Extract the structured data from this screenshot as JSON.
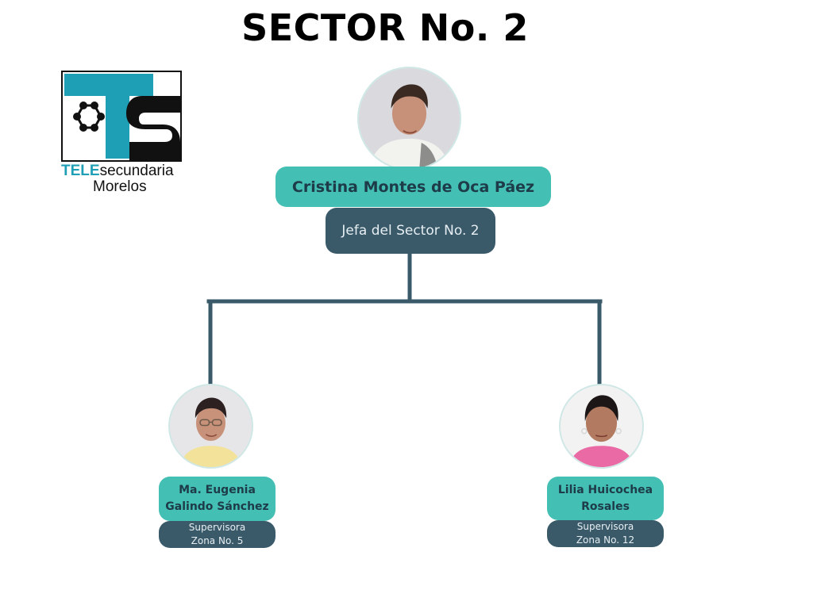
{
  "title": "SECTOR No. 2",
  "logo": {
    "line1_brand": "TELE",
    "line1_rest": "secundaria",
    "line2": "Morelos",
    "icon": "telesecundaria-ts-logo",
    "colors": {
      "teal": "#1e9fb5",
      "black": "#111111"
    }
  },
  "chief": {
    "name": "Cristina Montes de Oca  Páez",
    "role": "Jefa del Sector No. 2",
    "photo": "portrait-photo"
  },
  "supervisors": [
    {
      "name_line1": "Ma. Eugenia",
      "name_line2": "Galindo Sánchez",
      "role_line1": "Supervisora",
      "role_line2": "Zona No. 5",
      "photo": "portrait-photo"
    },
    {
      "name_line1": "Lilia Huicochea",
      "name_line2": "Rosales",
      "role_line1": "Supervisora",
      "role_line2": "Zona No. 12",
      "photo": "portrait-photo"
    }
  ],
  "colors": {
    "name_pill": "#44bfb4",
    "role_pill": "#3a5a6a",
    "connector": "#3a5a6a"
  }
}
